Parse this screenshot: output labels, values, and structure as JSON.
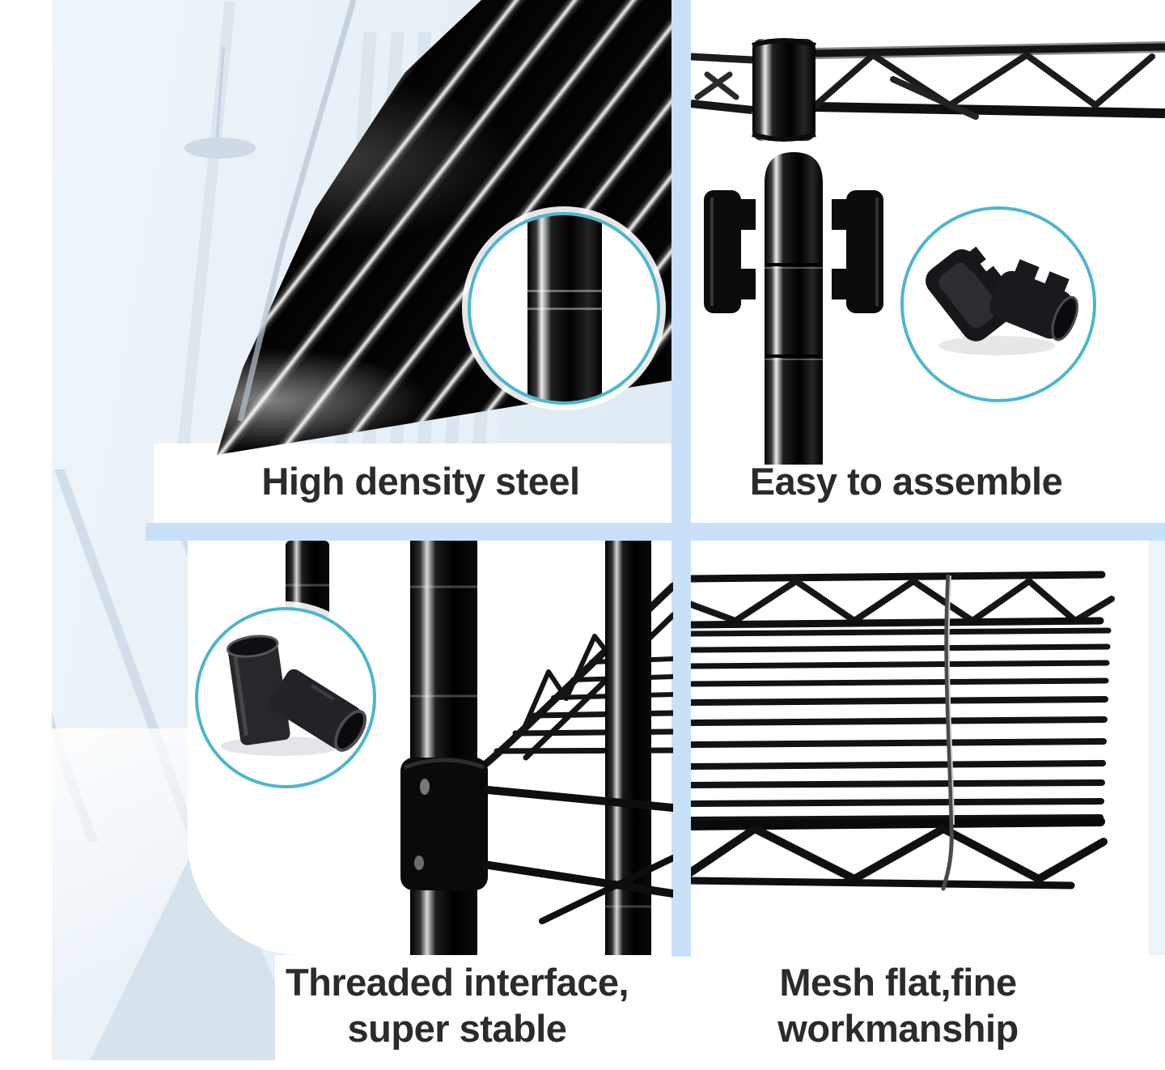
{
  "collage": {
    "panels": [
      {
        "id": "high-density-steel",
        "caption": "High density steel"
      },
      {
        "id": "easy-to-assemble",
        "caption": "Easy to assemble"
      },
      {
        "id": "threaded-interface",
        "caption_line1": "Threaded interface,",
        "caption_line2": "super stable"
      },
      {
        "id": "mesh-workmanship",
        "caption_line1": "Mesh flat,fine",
        "caption_line2": "workmanship"
      }
    ],
    "colors": {
      "canvas": "#ffffff",
      "divider": "#c9e1f6",
      "backdrop": "#e7f0f7",
      "shade": "#d6e2ec",
      "ring": "#4db7cc",
      "steel": "#0a0a0a",
      "text": "#2b2b2b"
    }
  }
}
